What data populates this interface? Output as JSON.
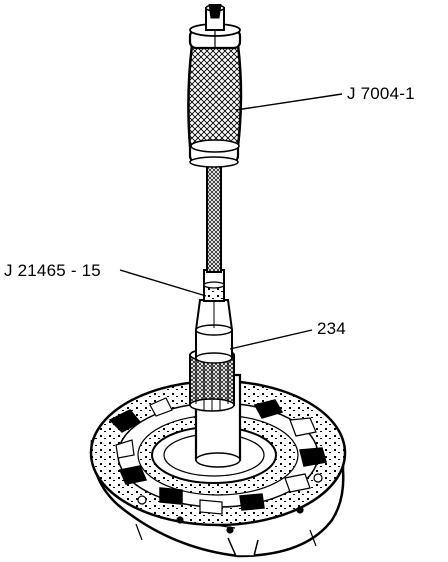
{
  "callouts": {
    "slide_hammer": "J 7004-1",
    "adapter": "J 21465 - 15",
    "part": "234"
  }
}
